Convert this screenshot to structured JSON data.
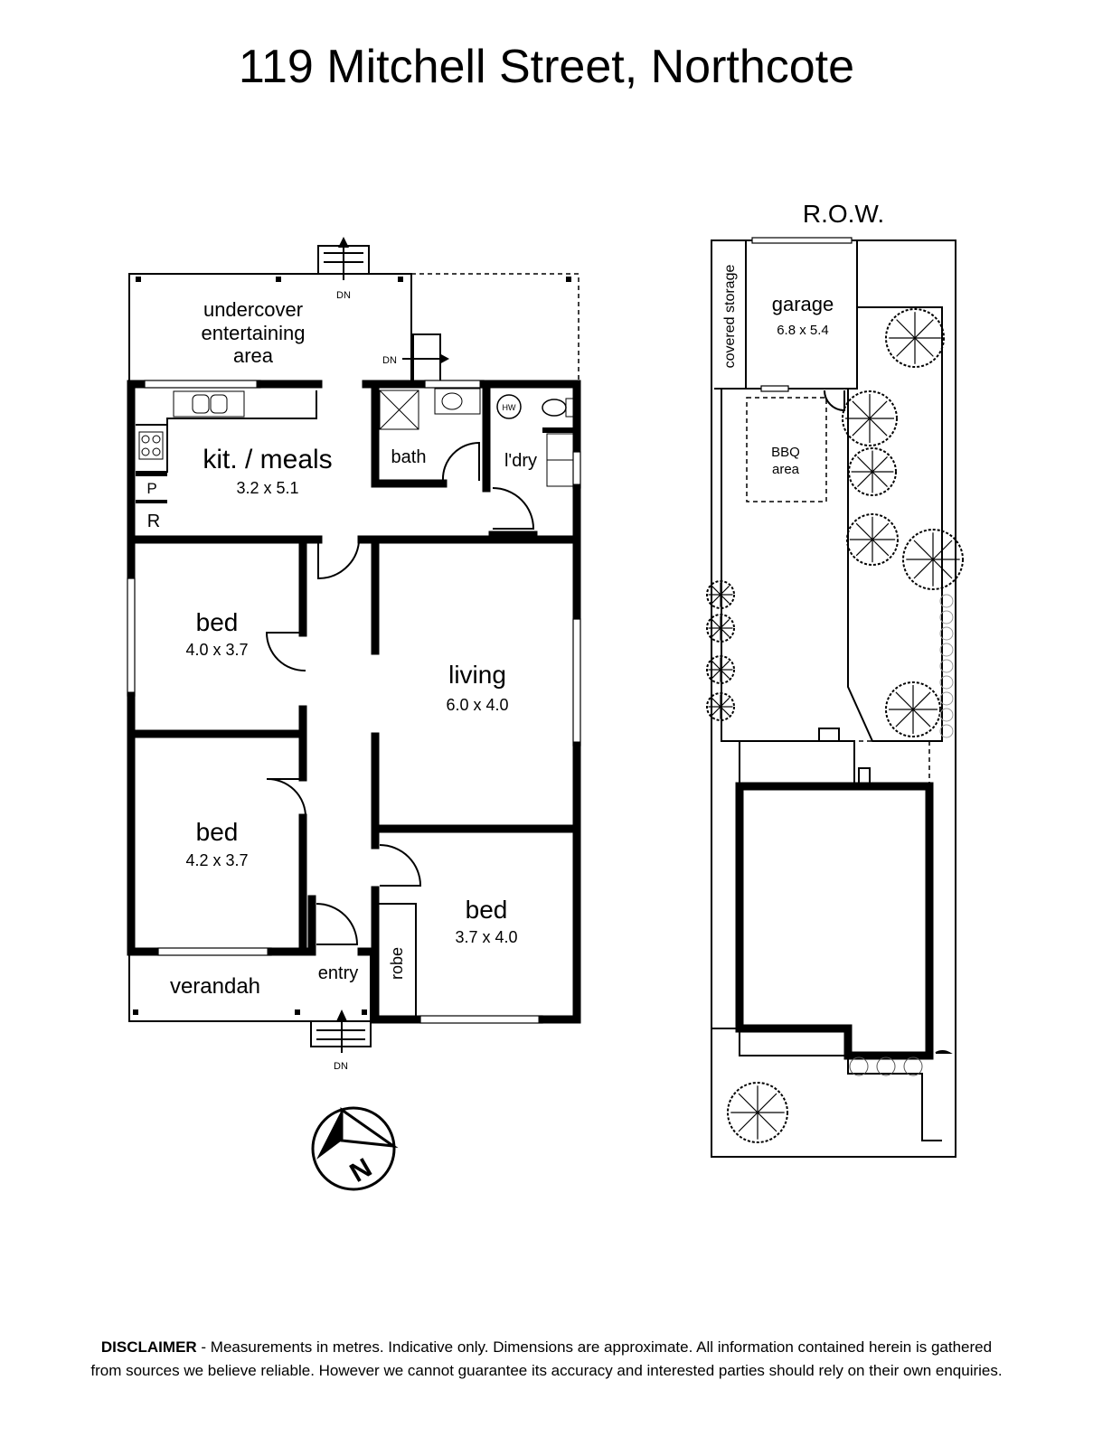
{
  "title": "119 Mitchell Street, Northcote",
  "floor_plan": {
    "rooms": [
      {
        "id": "undercover",
        "name": "undercover entertaining area",
        "lines": [
          "undercover",
          "entertaining",
          "area"
        ]
      },
      {
        "id": "kitchen",
        "name": "kit. / meals",
        "size": "3.2 x 5.1"
      },
      {
        "id": "bath",
        "name": "bath"
      },
      {
        "id": "laundry",
        "name": "l'dry"
      },
      {
        "id": "bed1",
        "name": "bed",
        "size": "4.0 x 3.7"
      },
      {
        "id": "living",
        "name": "living",
        "size": "6.0 x 4.0"
      },
      {
        "id": "bed2",
        "name": "bed",
        "size": "4.2 x 3.7"
      },
      {
        "id": "bed3",
        "name": "bed",
        "size": "3.7 x 4.0"
      },
      {
        "id": "verandah",
        "name": "verandah"
      },
      {
        "id": "entry",
        "name": "entry"
      },
      {
        "id": "robe",
        "name": "robe"
      }
    ],
    "fixtures": {
      "pantry": "P",
      "fridge": "R",
      "hot_water": "HW"
    },
    "stairs": {
      "down": "DN"
    }
  },
  "site_plan": {
    "row_label": "R.O.W.",
    "covered_storage": "covered storage",
    "garage": {
      "name": "garage",
      "size": "6.8 x 5.4"
    },
    "bbq": [
      "BBQ",
      "area"
    ]
  },
  "compass": {
    "label": "N"
  },
  "disclaimer": {
    "bold": "DISCLAIMER",
    "line1": " - Measurements in metres. Indicative only. Dimensions are approximate. All information contained herein is gathered",
    "line2": "from sources we believe reliable. However we cannot guarantee its accuracy and interested parties should rely on their own enquiries."
  }
}
